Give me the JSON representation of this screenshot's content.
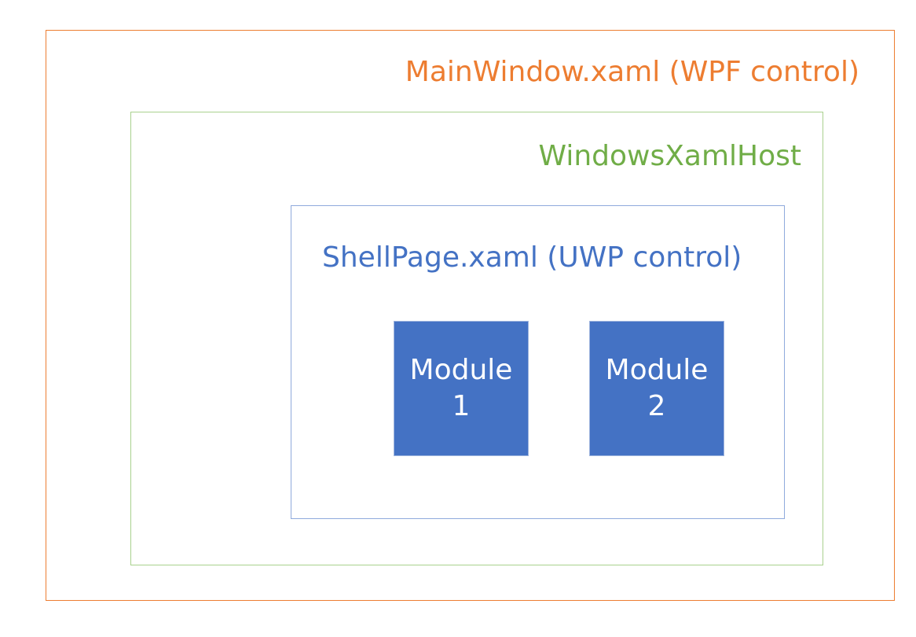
{
  "colors": {
    "main": "#ED7D31",
    "host": "#70AD47",
    "shell": "#4472C4",
    "module_fill": "#4472C4"
  },
  "main_window": {
    "label": "MainWindow.xaml (WPF control)"
  },
  "host": {
    "label": "WindowsXamlHost"
  },
  "shell": {
    "label": "ShellPage.xaml (UWP control)"
  },
  "modules": [
    {
      "line1": "Module",
      "line2": "1"
    },
    {
      "line1": "Module",
      "line2": "2"
    }
  ]
}
